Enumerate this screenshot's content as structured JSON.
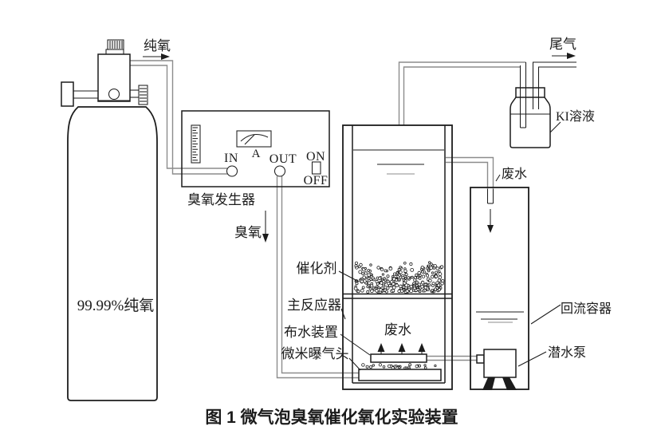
{
  "figure": {
    "caption": "图 1  微气泡臭氧催化氧化实验装置"
  },
  "cylinder": {
    "label": "99.99%纯氧",
    "outlet_label": "纯氧"
  },
  "generator": {
    "name": "臭氧发生器",
    "ammeter_label": "A",
    "in_label": "IN",
    "out_label": "OUT",
    "on_label": "ON",
    "off_label": "OFF",
    "output_label": "臭氧"
  },
  "reactor": {
    "name": "主反应器",
    "catalyst_label": "催化剂",
    "wastewater_label": "废水",
    "distributor_label": "布水装置",
    "aerator_label": "微米曝气头"
  },
  "gas_line": {
    "tail_gas_label": "尾气",
    "ki_bottle_label": "KI溶液"
  },
  "recycle": {
    "wastewater_label": "废水",
    "container_label": "回流容器",
    "pump_label": "潜水泵"
  },
  "colors": {
    "ink": "#1c1c1c",
    "pipe": "#8c8c8c",
    "background": "#ffffff"
  }
}
